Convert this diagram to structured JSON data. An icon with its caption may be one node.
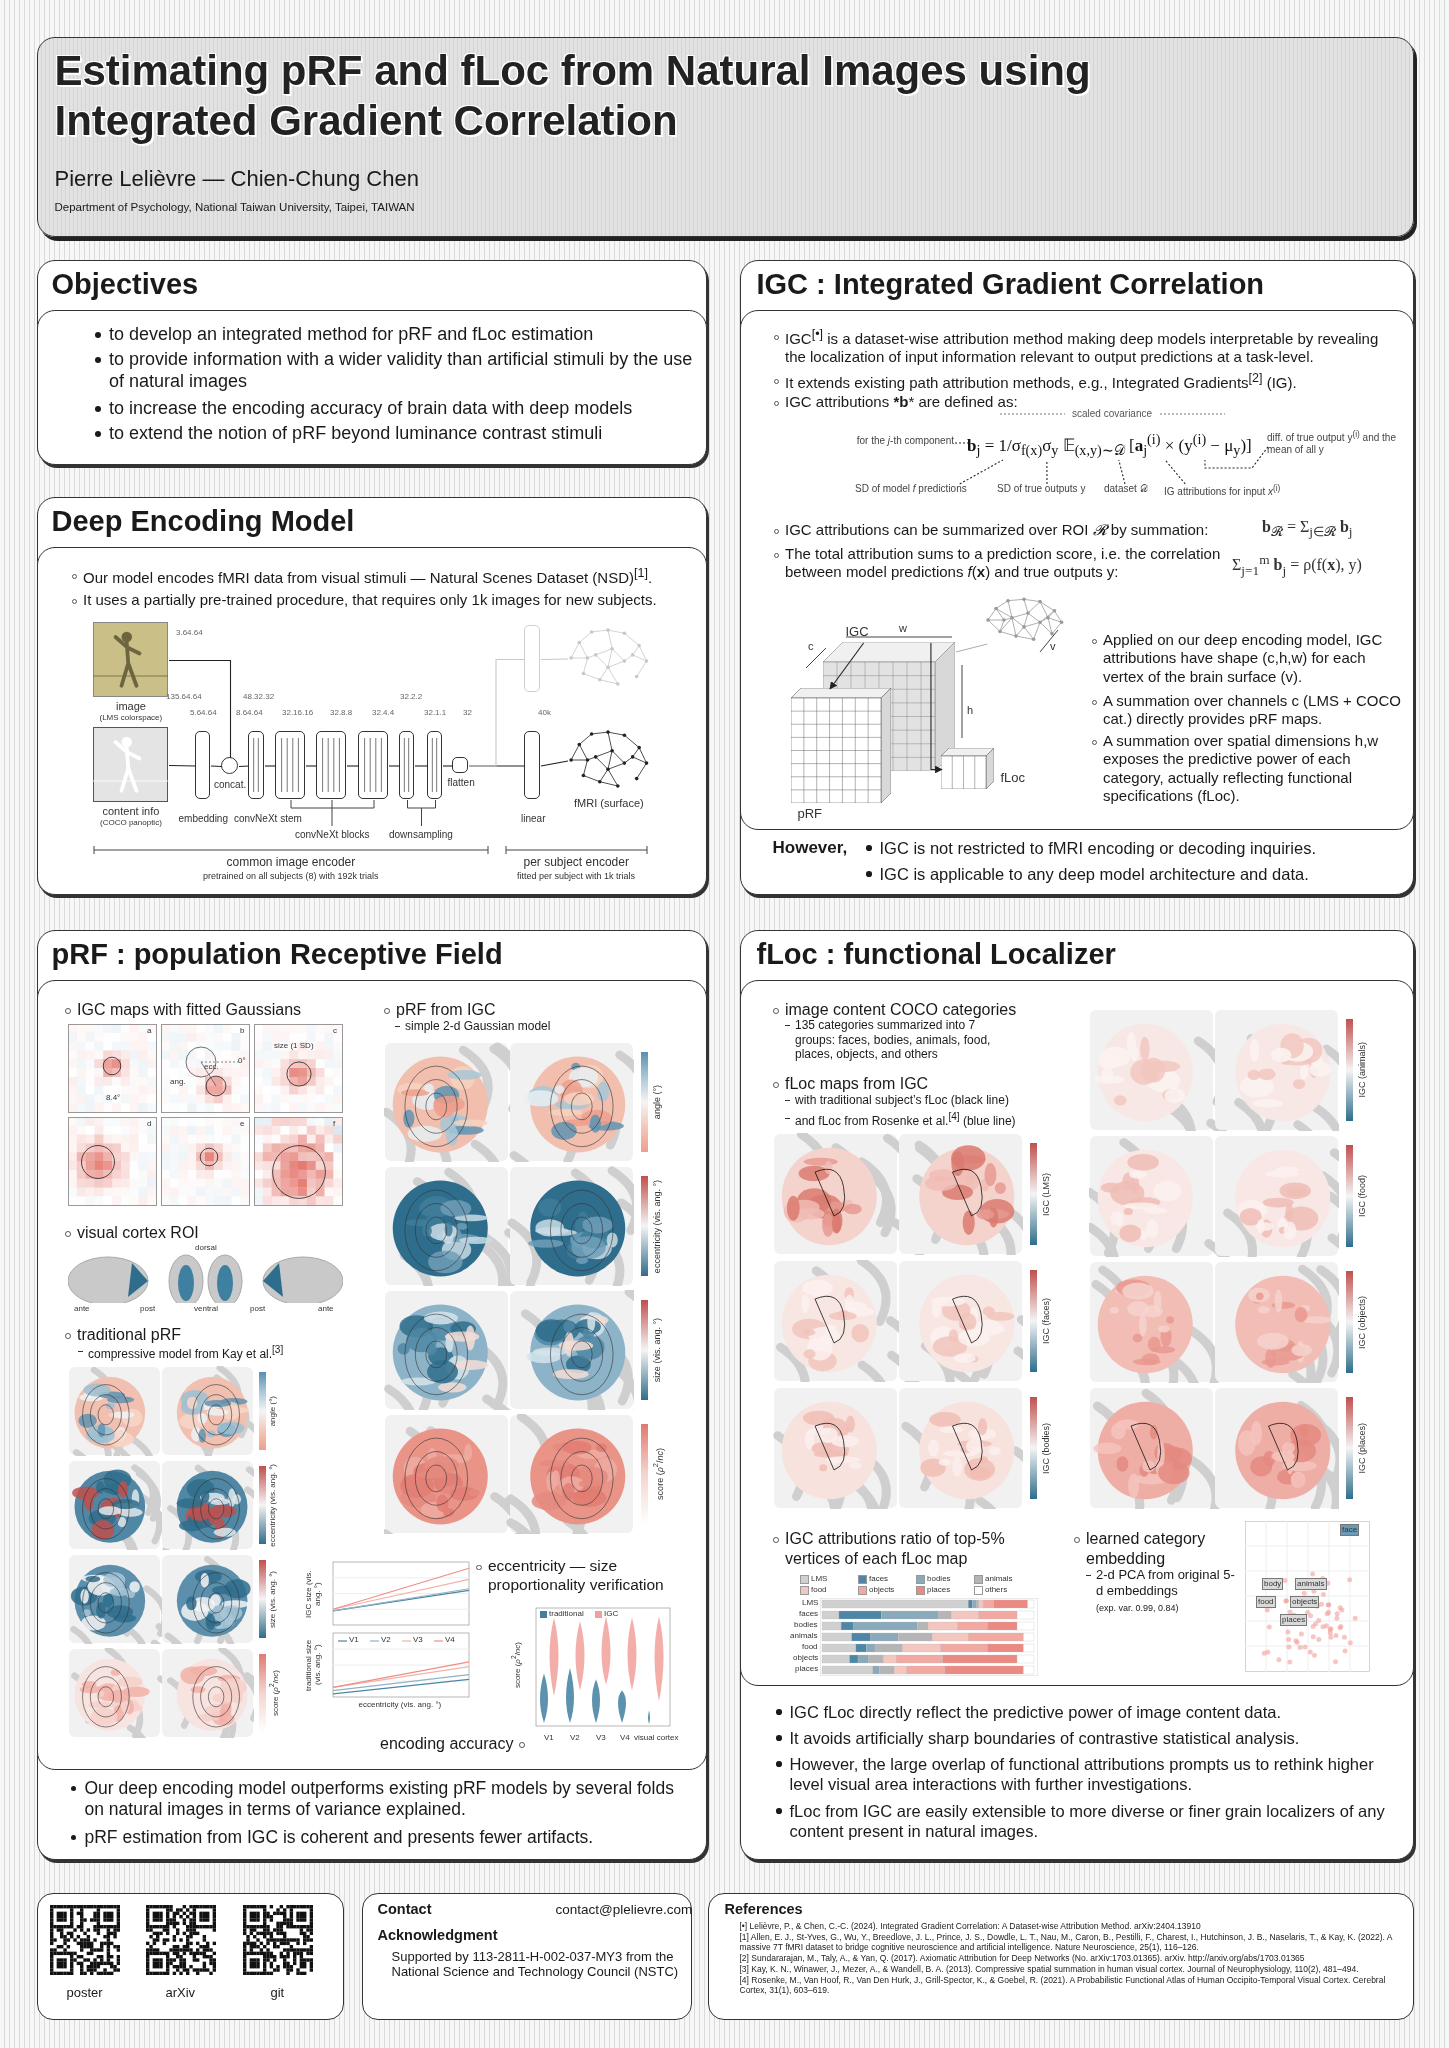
{
  "diagram": {
    "nodes": [
      {
        "text": [
          "Estimating pRF and fLoc from Natural Images using Integrated Gradient Correlation",
          "Pierre Lelièvre — Chien-Chung Chen",
          "Department of Psychology, National Taiwan University, Taipei, TAIWAN"
        ]
      },
      {
        "text": [
          "Objectives"
        ]
      },
      {
        "text": [
          "to develop an integrated method for pRF and fLoc estimation",
          "to provide information with a wider validity than artificial stimuli by the use of natural images",
          "to increase the encoding accuracy of brain data with deep models",
          "to extend the notion of pRF beyond luminance contrast stimuli"
        ],
        "in": 1
      },
      {
        "text": [
          "Deep Encoding Model"
        ]
      },
      {
        "text": [
          "Our model encodes fMRI data from visual stimuli — Natural Scenes Dataset (NSD)$^{[1]}$.",
          "It uses a partially pre-trained procedure, that requires only 1k images for new subjects."
        ],
        "in": 3
      },
      {
        "text": [],
        "shape": "picture",
        "beside": [
          "image",
          "(LMS colorspace)"
        ],
        "in": 4
      },
      {
        "text": [],
        "shape": "picture",
        "beside": [
          "content info",
          "(COCO panoptic)"
        ],
        "in": 4
      },
      {
        "text": [],
        "shape": "box",
        "beside": [
          "embedding"
        ],
        "in": 4
      },
      {
        "text": [],
        "shape": "circle",
        "beside": [
          "concat."
        ],
        "in": 4
      },
      {
        "text": [],
        "shape": "box",
        "beside": [
          "convNeXt stem"
        ],
        "in": 4
      },
      {
        "text": [],
        "shape": "box",
        "in": 4
      },
      {
        "text": [],
        "shape": "box",
        "in": 4
      },
      {
        "text": [],
        "shape": "box",
        "in": 4
      },
      {
        "text": [],
        "shape": "box",
        "in": 4
      },
      {
        "text": [],
        "shape": "box",
        "in": 4
      },
      {
        "text": [],
        "shape": "box",
        "beside": [
          "flatten"
        ],
        "in": 4
      },
      {
        "text": [],
        "shape": "box",
        "beside": [
          "linear"
        ],
        "in": 4
      },
      {
        "text": [],
        "shape": "picture",
        "beside": [
          "fMRI (surface)"
        ],
        "in": 4
      },
      {
        "text": [],
        "shape": "box",
        "in": 4
      },
      {
        "text": [],
        "shape": "picture",
        "in": 4
      },
      {
        "text": [
          "IGC : Integrated Gradient Correlation",
          "However,",
          "IGC is not restricted to fMRI encoding or decoding inquiries.",
          "IGC is applicable to any deep model architecture and data."
        ]
      },
      {
        "text": [
          "IGC$^{[•]}$ is a dataset-wise attribution method making deep models interpretable by revealing the localization of input information relevant to output predictions at a task-level.",
          "It extends existing path attribution methods, e.g., Integrated Gradients$^{[2]}$ (IG).",
          "IGC attributions ***b*** are defined as:",
          "IGC attributions can be summarized over ROI *𝓡* by summation:",
          "The total attribution sums to a prediction score, i.e. the correlation between model predictions *f*(**x**) and true outputs y:",
          "Applied on our deep encoding model, IGC attributions have shape (c,h,w) for each vertex of the brain surface (v).",
          "A summation over channels c (LMS + COCO cat.) directly provides pRF maps.",
          "A summation over spatial dimensions h,w exposes the predictive power of each category, actually reflecting functional specifications (fLoc)."
        ],
        "in": 20
      },
      {
        "text": [
          "**b**$_{j}$ = 1/σ$_{f(x)}$σ$_{y}$ 𝔼$_{(x,y)∼𝒟}$ [**a**$_{j}$$^{(i)}$ × (y$^{(i)}$ − μ$_{y}$)]"
        ],
        "in": 21
      },
      {
        "text": [
          "for the *j*-th component"
        ],
        "in": 21
      },
      {
        "text": [
          "diff. of true output y$^{(i)}$ and the mean of all y"
        ],
        "in": 21
      },
      {
        "text": [
          "SD of model *f* predictions"
        ],
        "in": 21
      },
      {
        "text": [
          "SD of true outputs y"
        ],
        "in": 21
      },
      {
        "text": [
          "dataset 𝒟"
        ],
        "in": 21
      },
      {
        "text": [
          "IG attributions for input *x*$^{(i)}$"
        ],
        "in": 21
      },
      {
        "text": [],
        "shape": "picture",
        "beside": [
          "IGC"
        ],
        "in": 21
      },
      {
        "text": [],
        "shape": "picture",
        "beside": [
          "pRF"
        ],
        "in": 21
      },
      {
        "text": [],
        "shape": "picture",
        "beside": [
          "fLoc"
        ],
        "in": 21
      },
      {
        "text": [],
        "shape": "picture",
        "in": 21
      },
      {
        "text": [
          "pRF : population Receptive Field",
          "Our deep encoding model outperforms existing pRF models by several folds on natural images in terms of variance explained.",
          "pRF estimation from IGC is coherent and presents fewer artifacts."
        ]
      },
      {
        "text": [
          "IGC maps with fitted Gaussians",
          "pRF from IGC",
          "simple 2-d Gaussian model",
          "visual cortex ROI",
          "traditional pRF",
          "compressive model from Kay et al.$^{[3]}$",
          "eccentricity — size proportionality verification",
          "encoding accuracy"
        ],
        "in": 33
      },
      {
        "text": [
          "fLoc : functional Localizer",
          "IGC fLoc directly reflect the predictive power of image content data.",
          "It avoids artificially sharp boundaries of contrastive statistical analysis.",
          "However, the large overlap of functional attributions prompts us to rethink higher level visual area interactions with further investigations.",
          "fLoc from IGC are easily extensible to more diverse or finer grain localizers of any content present in natural images."
        ]
      },
      {
        "text": [
          "image content COCO categories",
          "135 categories summarized into 7 groups: faces, bodies, animals, food, places, objects, and others",
          "fLoc maps from IGC",
          "with traditional subject’s fLoc (black line)",
          "and fLoc from Rosenke et al.$^{[4]}$ (blue line)",
          "IGC attributions ratio of top-5% vertices of each fLoc map",
          "learned category embedding",
          "2-d PCA from original 5-d embeddings",
          "(exp. var. 0.99, 0.84)"
        ],
        "in": 35
      },
      {
        "text": [
          "poster",
          "arXiv",
          "git"
        ]
      },
      {
        "text": [
          "Contact",
          "contact@plelievre.com",
          "Acknowledgment",
          "Supported by 113-2811-H-002-037-MY3 from the National Science and Technology Council (NSTC)"
        ]
      },
      {
        "text": [
          "References",
          "[•] Lelièvre, P., & Chen, C.-C. (2024). Integrated Gradient Correlation: A Dataset-wise Attribution Method. arXiv:2404.13910",
          "[1] Allen, E. J., St-Yves, G., Wu, Y., Breedlove, J. L., Prince, J. S., Dowdle, L. T., Nau, M., Caron, B., Pestilli, F., Charest, I., Hutchinson, J. B., Naselaris, T., & Kay, K. (2022). A massive 7T fMRI dataset to bridge cognitive neuroscience and artificial intelligence. Nature Neuroscience, 25(1), 116–126.",
          "[2] Sundararajan, M., Taly, A., & Yan, Q. (2017). Axiomatic Attribution for Deep Networks (No. arXiv:1703.01365). arXiv. http://arxiv.org/abs/1703.01365",
          "[3] Kay, K. N., Winawer, J., Mezer, A., & Wandell, B. A. (2013). Compressive spatial summation in human visual cortex. Journal of Neurophysiology, 110(2), 481–494.",
          "[4] Rosenke, M., Van Hoof, R., Van Den Hurk, J., Grill-Spector, K., & Goebel, R. (2021). A Probabilistic Functional Atlas of Human Occipito-Temporal Visual Cortex. Cerebral Cortex, 31(1), 603–619."
        ]
      }
    ],
    "edges": [
      {
        "from": 5,
        "to": 8,
        "arrow": "none"
      },
      {
        "from": 6,
        "to": 7,
        "arrow": "none"
      },
      {
        "from": 7,
        "to": 8,
        "arrow": "none"
      },
      {
        "from": 8,
        "to": 9,
        "arrow": "none"
      },
      {
        "from": 9,
        "to": 10,
        "arrow": "none"
      },
      {
        "from": 10,
        "to": 11,
        "arrow": "none"
      },
      {
        "from": 11,
        "to": 12,
        "arrow": "none"
      },
      {
        "from": 12,
        "to": 13,
        "arrow": "none"
      },
      {
        "from": 13,
        "to": 14,
        "arrow": "none"
      },
      {
        "from": 14,
        "to": 15,
        "arrow": "none"
      },
      {
        "from": 15,
        "to": 16,
        "arrow": "none"
      },
      {
        "from": 16,
        "to": 17,
        "arrow": "none"
      },
      {
        "from": 15,
        "to": 18,
        "arrow": "none",
        "color": "#c8c8c8"
      },
      {
        "from": 18,
        "to": 19,
        "arrow": "none",
        "color": "#c8c8c8"
      },
      {
        "from": 23,
        "to": 22,
        "arrow": "none",
        "style": "dashed"
      },
      {
        "from": 24,
        "to": 22,
        "arrow": "none",
        "style": "dashed"
      },
      {
        "from": 25,
        "to": 22,
        "arrow": "none",
        "style": "dashed"
      },
      {
        "from": 26,
        "to": 22,
        "arrow": "none",
        "style": "dashed"
      },
      {
        "from": 27,
        "to": 22,
        "arrow": "none",
        "style": "dashed"
      },
      {
        "from": 28,
        "to": 22,
        "arrow": "none",
        "style": "dashed"
      },
      {
        "from": 29,
        "to": 30,
        "arrow": "to"
      },
      {
        "from": 29,
        "to": 31,
        "arrow": "to"
      },
      {
        "from": 32,
        "to": 29,
        "arrow": "none",
        "color": "#b0b0b0"
      }
    ],
    "labels": [
      "3.64.64",
      "135.64.64",
      "5.64.64",
      "8.64.64",
      "48.32.32",
      "32.16.16",
      "32.8.8",
      "32.4.4",
      "32.2.2",
      "32.1.1",
      "32",
      "40k",
      "convNeXt blocks",
      "downsampling",
      "common image encoder",
      "pretrained on all subjects (8) with 192k trials",
      "per subject encoder",
      "fitted per subject with 1k trials",
      "scaled covariance",
      "**b**$_{𝓡}$ = Σ$_{j∈𝓡}$ **b**$_{j}$",
      "Σ$_{j=1}$$^{m}$ **b**$_{j}$ = ρ(f(**x**), y)",
      "c",
      "w",
      "h",
      "v",
      "a",
      "b",
      "c",
      "8.4°",
      "ang.",
      "ecc.",
      "0°",
      "size (1 SD)",
      "d",
      "e",
      "f",
      "dorsal",
      "ante",
      "post",
      "ventral",
      "post",
      "ante",
      "angle (°)",
      "eccentricity (vis. ang. °)",
      "size (vis. ang. °)",
      "score (*ρ*$^{2}$/*nc*)",
      "angle (°)",
      "eccentricity (vis. ang. °)",
      "size (vis. ang. °)",
      "score (*ρ*$^{2}$/*nc*)",
      "IGC size (vis. ang. °)",
      "traditional size (vis. ang. °)",
      "eccentricity (vis. ang. °)",
      "score (*ρ*$^{2}$/*nc*)",
      "V1",
      "V2",
      "V3",
      "V4",
      "visual cortex",
      "IGC (LMS)",
      "IGC (faces)",
      "IGC (bodies)",
      "IGC (animals)",
      "IGC (food)",
      "IGC (objects)",
      "IGC (places)",
      "LMS",
      "faces",
      "bodies",
      "animals",
      "food",
      "objects",
      "places",
      "face",
      "body",
      "animals",
      "food",
      "objects",
      "places"
    ],
    "legend": [
      {
        "text": "LMS",
        "color": "#d0d0d0"
      },
      {
        "text": "faces",
        "color": "#4e86a6"
      },
      {
        "text": "bodies",
        "color": "#8aa9bb"
      },
      {
        "text": "animals",
        "color": "#b5b5b5"
      },
      {
        "text": "food",
        "color": "#f4c6c0"
      },
      {
        "text": "objects",
        "color": "#f1a9a2"
      },
      {
        "text": "places",
        "color": "#eb8a83"
      },
      {
        "text": "others",
        "color": "#ffffff"
      },
      {
        "text": "traditional",
        "color": "#3f7fa0"
      },
      {
        "text": "IGC",
        "color": "#f2a09a"
      },
      {
        "text": "V1"
      },
      {
        "text": "V2"
      },
      {
        "text": "V3"
      },
      {
        "text": "V4"
      }
    ]
  }
}
